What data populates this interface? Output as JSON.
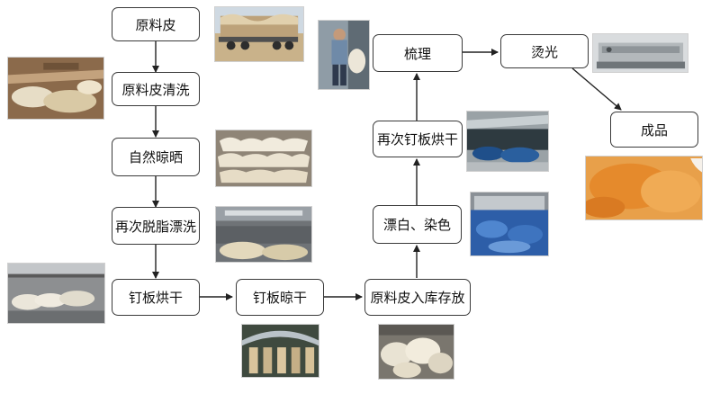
{
  "diagram": {
    "nodes": {
      "raw_hide": "原料皮",
      "hide_wash": "原料皮清洗",
      "sun_dry": "自然晾晒",
      "re_degrease": "再次脱脂漂洗",
      "board_bake": "钉板烘干",
      "board_airdry": "钉板晾干",
      "storage": "原料皮入库存放",
      "bleach_dye": "漂白、染色",
      "re_board_bake": "再次钉板烘干",
      "combing": "梳理",
      "ironing": "烫光",
      "product": "成品"
    },
    "edges": [
      [
        "raw_hide",
        "hide_wash"
      ],
      [
        "hide_wash",
        "sun_dry"
      ],
      [
        "sun_dry",
        "re_degrease"
      ],
      [
        "re_degrease",
        "board_bake"
      ],
      [
        "board_bake",
        "board_airdry"
      ],
      [
        "board_airdry",
        "storage"
      ],
      [
        "storage",
        "bleach_dye"
      ],
      [
        "bleach_dye",
        "re_board_bake"
      ],
      [
        "re_board_bake",
        "combing"
      ],
      [
        "combing",
        "ironing"
      ],
      [
        "ironing",
        "product"
      ]
    ]
  }
}
